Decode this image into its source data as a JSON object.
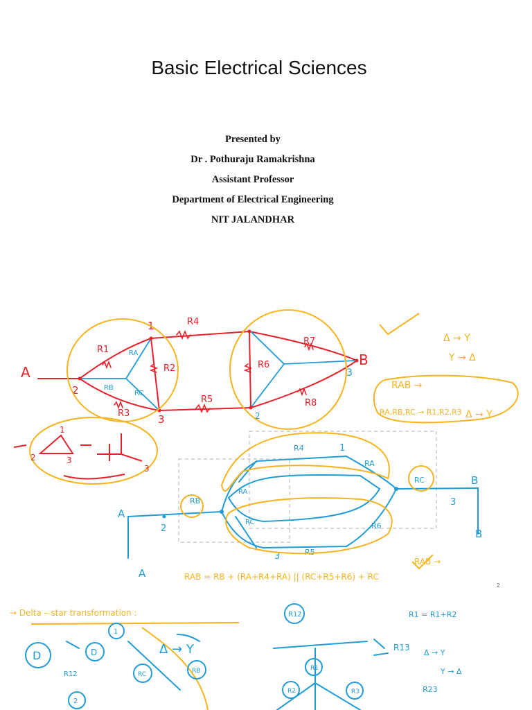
{
  "title": "Basic Electrical Sciences",
  "presenter": {
    "presented_by": "Presented by",
    "name": "Dr . Pothuraju Ramakrishna",
    "designation": "Assistant Professor",
    "department": "Department of Electrical Engineering",
    "institute": "NIT JALANDHAR"
  },
  "slide_number": "2",
  "ink_colors": {
    "red": "#e8202a",
    "blue": "#1f9bd6",
    "orange": "#f5b41e"
  },
  "notes": {
    "node_a": "A",
    "node_b": "B",
    "n1": "1",
    "n2": "2",
    "n3": "3",
    "r1": "R1",
    "r2": "R2",
    "r3": "R3",
    "r4": "R4",
    "r5": "R5",
    "r6": "R6",
    "r7": "R7",
    "r8": "R8",
    "ra": "RA",
    "rb": "RB",
    "rc": "RC",
    "delta_star": "Δ → Y",
    "star_delta": "Y → Δ",
    "rab": "RAB →",
    "conv": "RA,RB,RC → R1,R2,R3",
    "delta_star2": "Δ → Y",
    "rab2": "RAB →",
    "equation": "RAB = RB + (RA+R4+RA) || (RC+R5+R6) + RC",
    "transform_heading": "→ Delta – star transformation :",
    "d_circle": "D",
    "r12": "R12",
    "r13": "R13",
    "r23": "R23",
    "rel1": "R1 = R1+R2",
    "d_y": "Δ → Y",
    "y_d": "Y → Δ"
  }
}
